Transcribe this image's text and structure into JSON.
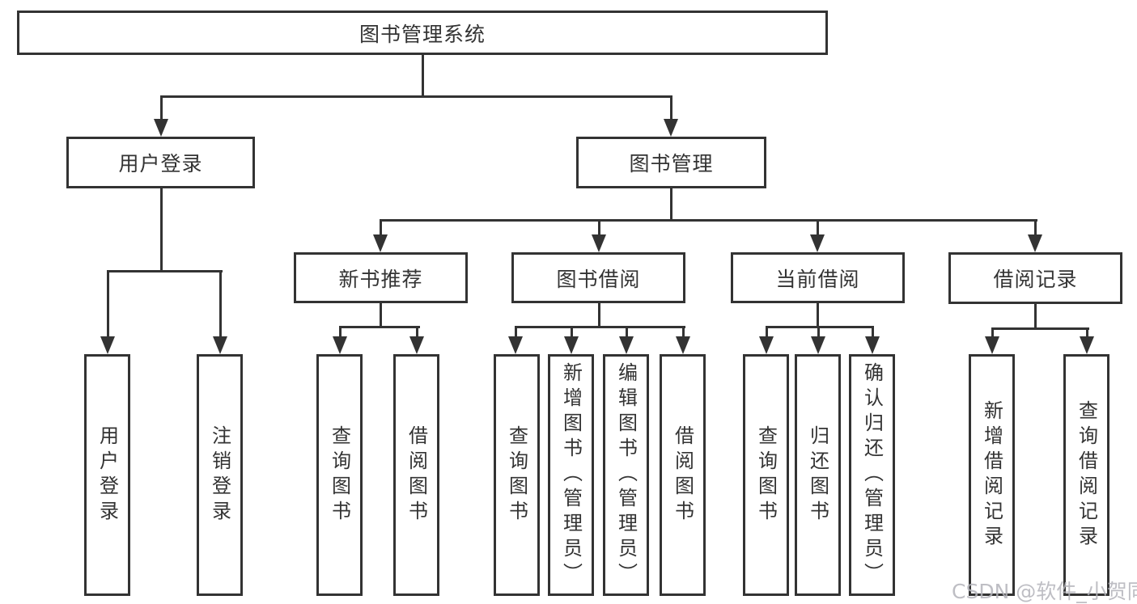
{
  "tree": {
    "label": "图书管理系统",
    "children": [
      {
        "label": "用户登录",
        "children": [
          {
            "label": "用户登录"
          },
          {
            "label": "注销登录"
          }
        ]
      },
      {
        "label": "图书管理",
        "children": [
          {
            "label": "新书推荐",
            "children": [
              {
                "label": "查询图书"
              },
              {
                "label": "借阅图书"
              }
            ]
          },
          {
            "label": "图书借阅",
            "children": [
              {
                "label": "查询图书"
              },
              {
                "label": "新增图书（管理员）"
              },
              {
                "label": "编辑图书（管理员）"
              },
              {
                "label": "借阅图书"
              }
            ]
          },
          {
            "label": "当前借阅",
            "children": [
              {
                "label": "查询图书"
              },
              {
                "label": "归还图书"
              },
              {
                "label": "确认归还（管理员）"
              }
            ]
          },
          {
            "label": "借阅记录",
            "children": [
              {
                "label": "新增借阅记录"
              },
              {
                "label": "查询借阅记录"
              }
            ]
          }
        ]
      }
    ]
  },
  "watermark": {
    "text": "CSDN @软件_小贺同学"
  },
  "colors": {
    "line": "#333333",
    "text": "#333333",
    "watermark": "#b3b3ba",
    "background": "#ffffff"
  }
}
